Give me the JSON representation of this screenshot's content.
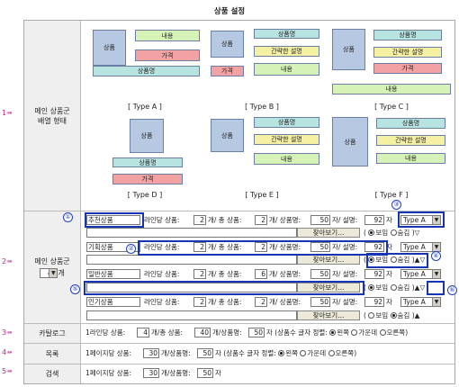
{
  "page_title": "상품 설정",
  "rows": {
    "main_layout_label": "메인 상품군\n배열 형태",
    "main_group_label": "메인 상품군",
    "main_group_count": "4",
    "main_group_unit": "개",
    "catalog_label": "카탈로그",
    "list_label": "목록",
    "search_label": "검색"
  },
  "markers": {
    "m1": "1",
    "m2": "2",
    "m3": "3",
    "m4": "4",
    "m5": "5"
  },
  "layout_types": {
    "a": "[ Type A ]",
    "b": "[ Type B ]",
    "c": "[ Type C ]",
    "d": "[ Type D ]",
    "e": "[ Type E ]",
    "f": "[ Type F ]"
  },
  "blocks": {
    "product": "상품",
    "content": "내용",
    "price": "가격",
    "product_name": "상품명",
    "brief_desc": "간략한 설명"
  },
  "callouts": {
    "c1": "①",
    "c2": "②",
    "c3": "③",
    "c4": "④",
    "c5": "⑤",
    "c6": "⑥"
  },
  "form": {
    "per_line_label": "라인당 상품:",
    "unit_count": "개",
    "total_label": "개/ 총 상품:",
    "name_label": "개/ 상품명:",
    "desc_label": "자/ 설명:",
    "unit_char": "자",
    "search_button": "찾아보기...",
    "show_label": "보임",
    "hide_label": "숨김",
    "open_paren": "(",
    "close_paren": ")",
    "arrows_down": "▽",
    "arrows_updown": "▲▽",
    "arrow_up": "▲",
    "groups": [
      {
        "name": "추천상품",
        "per_line": "2",
        "total": "2",
        "name_len": "50",
        "desc_len": "92",
        "type": "Type A",
        "visible": "show"
      },
      {
        "name": "기획상품",
        "per_line": "2",
        "total": "2",
        "name_len": "50",
        "desc_len": "92",
        "type": "Type A",
        "visible": "show"
      },
      {
        "name": "일반상품",
        "per_line": "2",
        "total": "6",
        "name_len": "50",
        "desc_len": "92",
        "type": "Type A",
        "visible": "show"
      },
      {
        "name": "인기상품",
        "per_line": "2",
        "total": "2",
        "name_len": "50",
        "desc_len": "92",
        "type": "Type A",
        "visible": "hide"
      }
    ]
  },
  "catalog": {
    "prefix": "1라인당 상품:",
    "per_line": "4",
    "mid1": "개/총 상품:",
    "total": "40",
    "mid2": "개/상품명:",
    "name_len": "50",
    "suffix": "자 (상품수 글자 정렬:",
    "left": "왼쪽",
    "center": "가운데",
    "right": "오른쪽",
    "close": ")"
  },
  "list": {
    "prefix": "1페이지당 상품:",
    "per_page": "30",
    "mid": "개/상품명:",
    "name_len": "50",
    "suffix": "자 (상품수 글자 정렬:",
    "left": "왼쪽",
    "center": "가운데",
    "right": "오른쪽",
    "close": ")"
  },
  "search": {
    "prefix": "1페이지당 상품:",
    "per_page": "30",
    "mid": "개/상품명:",
    "name_len": "50",
    "suffix": "자"
  }
}
